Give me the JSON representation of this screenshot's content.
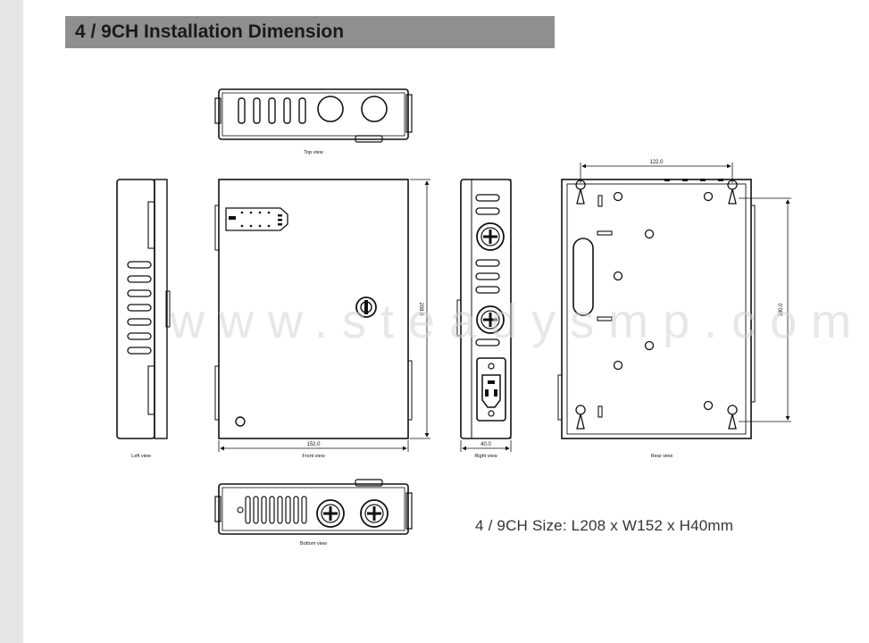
{
  "header": {
    "title": "4 / 9CH Installation Dimension"
  },
  "views": {
    "top": "Top view",
    "left": "Left view",
    "front": "Front view",
    "right": "Right view",
    "rear": "Rear view",
    "bottom": "Bottom view"
  },
  "dimensions": {
    "front_width": "152.0",
    "front_height": "208.0",
    "right_depth": "40.0",
    "rear_hole_spacing_h": "122.0",
    "rear_hole_spacing_v": "180.0"
  },
  "size_text": "4 / 9CH Size: L208 x W152 x H40mm",
  "watermark": "www.steadysmp.com"
}
